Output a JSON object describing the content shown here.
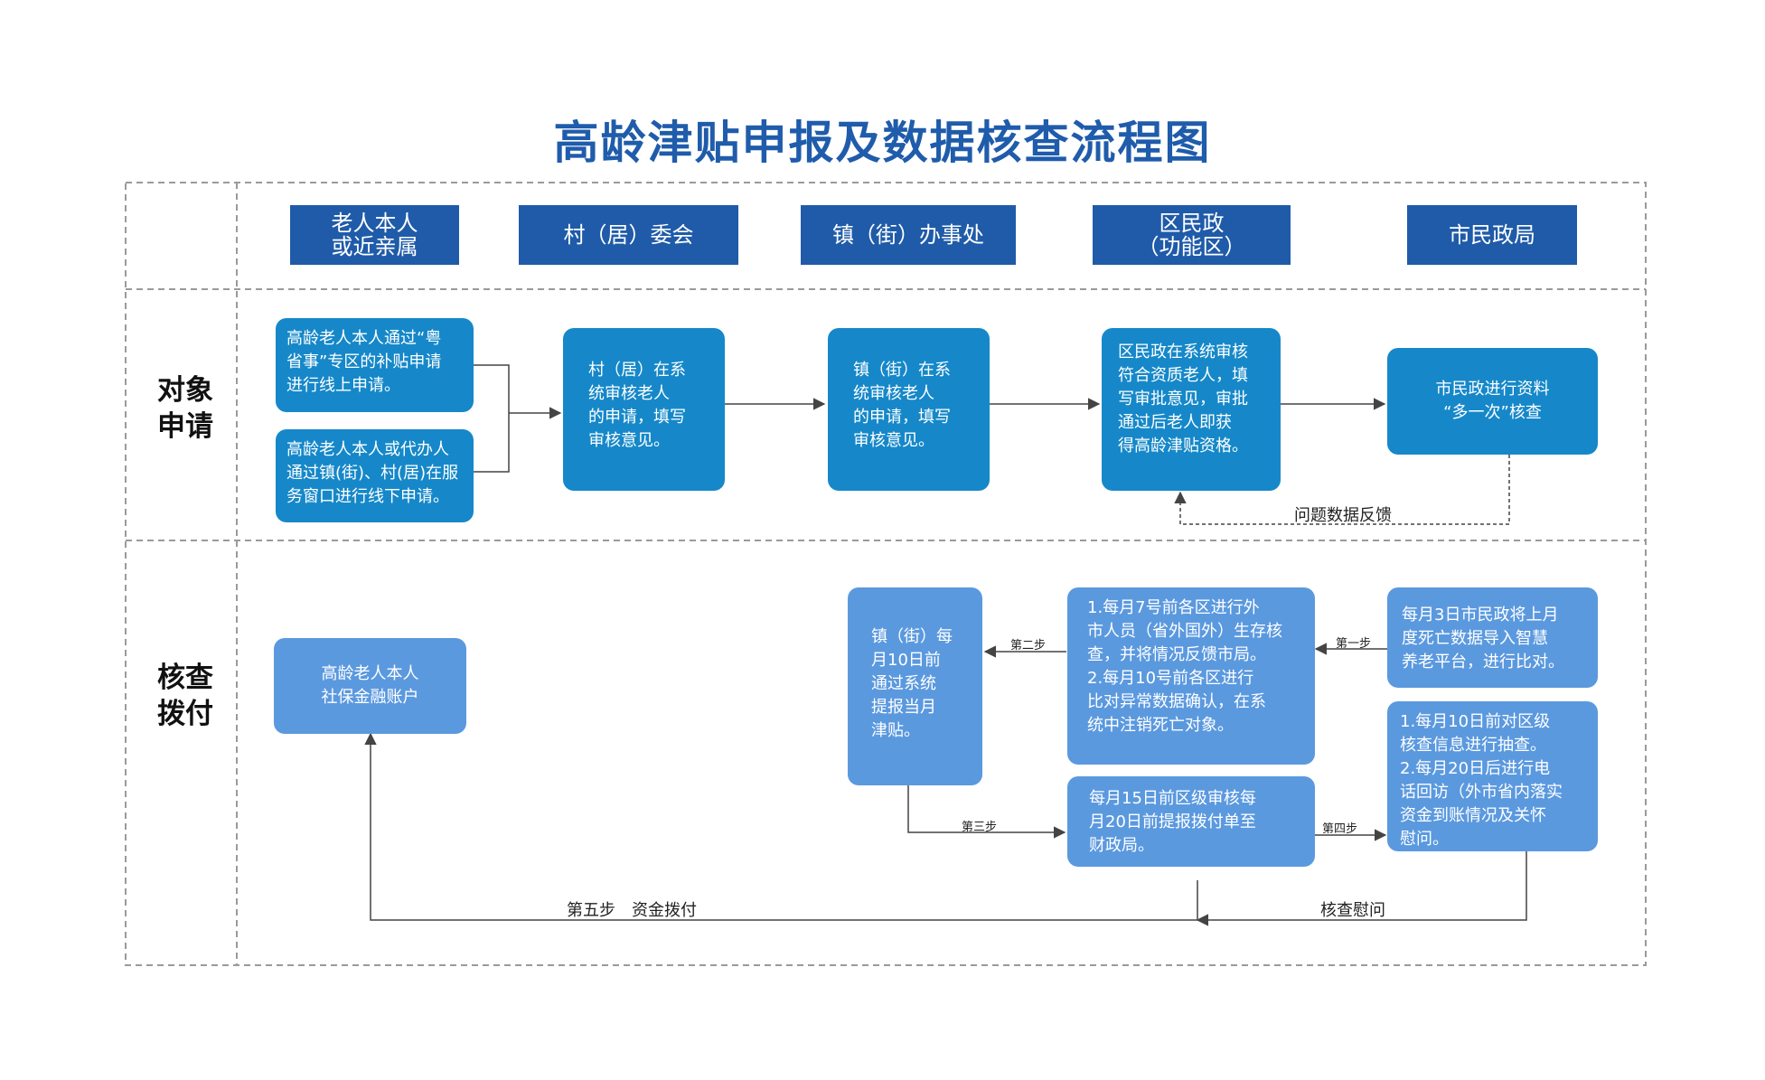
{
  "title": "高龄津贴申报及数据核查流程图",
  "headers": [
    "老人本人\n或近亲属",
    "村（居）委会",
    "镇（街）办事处",
    "区民政\n（功能区）",
    "市民政局"
  ],
  "rows": {
    "apply": "对象\n申请",
    "check": "核查\n拨付"
  },
  "boxes": {
    "online": "高龄老人本人通过“粤\n省事”专区的补贴申请\n进行线上申请。",
    "offline": "高龄老人本人或代办人\n通过镇(街)、村(居)在服\n务窗口进行线下申请。",
    "village": "村（居）在系\n统审核老人\n的申请，填写\n审核意见。",
    "town": "镇（街）在系\n统审核老人\n的申请，填写\n审核意见。",
    "district": "区民政在系统审核\n符合资质老人，填\n写审批意见，审批\n通过后老人即获\n得高龄津贴资格。",
    "city": "市民政进行资料\n“多一次”核查",
    "account": "高龄老人本人\n社保金融账户",
    "town_monthly": "镇（街）每\n月10日前\n通过系统\n提报当月\n津贴。",
    "district_check": "1.每月7号前各区进行外\n市人员（省外国外）生存核\n查，并将情况反馈市局。\n2.每月10号前各区进行\n比对异常数据确认，在系\n统中注销死亡对象。",
    "city_import": "每月3日市民政将上月\n度死亡数据导入智慧\n养老平台，进行比对。",
    "city_sample": "1.每月10日前对区级\n核查信息进行抽查。\n2.每月20日后进行电\n话回访（外市省内落实\n资金到账情况及关怀\n慰问。",
    "district_pay": "每月15日前区级审核每\n月20日前提报拨付单至\n财政局。"
  },
  "labels": {
    "feedback": "问题数据反馈",
    "step1": "第一步",
    "step2": "第二步",
    "step3": "第三步",
    "step4": "第四步",
    "step5": "第五步　资金拨付",
    "visit": "核查慰问"
  },
  "colors": {
    "title": "#1f5cab",
    "header": "#1f5ba9",
    "box_dark": "#1688c9",
    "box_light": "#5b99df"
  }
}
